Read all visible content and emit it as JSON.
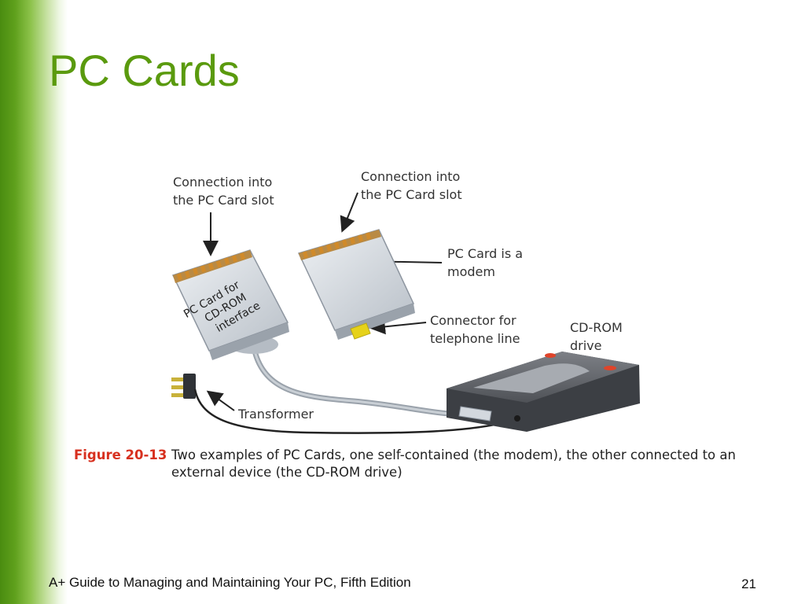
{
  "slide": {
    "title": "PC Cards",
    "footer": "A+ Guide to Managing and Maintaining Your PC, Fifth Edition",
    "page_number": "21"
  },
  "figure": {
    "labels": {
      "slot_left_1": "Connection into",
      "slot_left_2": "the PC Card slot",
      "slot_right_1": "Connection into",
      "slot_right_2": "the PC Card slot",
      "modem_1": "PC Card is a",
      "modem_2": "modem",
      "connector_1": "Connector for",
      "connector_2": "telephone line",
      "cdrom_1": "CD-ROM",
      "cdrom_2": "drive",
      "transformer": "Transformer"
    },
    "card_text": {
      "line1": "PC Card for",
      "line2": "CD-ROM",
      "line3": "interface"
    },
    "caption_number": "Figure 20-13",
    "caption_text": "Two examples of PC Cards, one self-contained (the modem), the other connected to an external device (the CD-ROM drive)",
    "colors": {
      "title_green": "#5a9a0e",
      "caption_red": "#d7301f",
      "card_gray": "#d3d8de",
      "pin_orange": "#d08a2a",
      "connector_yellow": "#e6d21a"
    }
  }
}
